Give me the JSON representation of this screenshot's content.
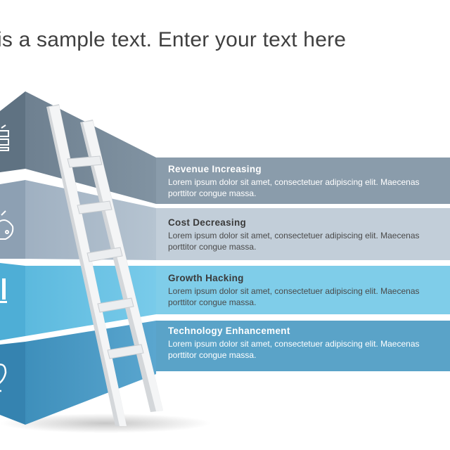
{
  "slide": {
    "title": "is a sample text. Enter your text here"
  },
  "items": [
    {
      "title": "Revenue Increasing",
      "body_line1": "Lorem ipsum dolor sit amet, consectetuer adipiscing elit. Maecenas",
      "body_line2": "porttitor congue massa.",
      "icon": "stack-icon",
      "color": "#8a9cab"
    },
    {
      "title": "Cost Decreasing",
      "body_line1": "Lorem ipsum dolor sit amet, consectetuer adipiscing elit. Maecenas",
      "body_line2": "porttitor congue massa.",
      "icon": "piggy-bank-icon",
      "color": "#c2ced9"
    },
    {
      "title": "Growth Hacking",
      "body_line1": "Lorem ipsum dolor sit amet, consectetuer adipiscing elit. Maecenas",
      "body_line2": "porttitor congue massa.",
      "icon": "bar-chart-icon",
      "color": "#7fcde9"
    },
    {
      "title": "Technology Enhancement",
      "body_line1": "Lorem ipsum dolor sit amet, consectetuer adipiscing elit. Maecenas",
      "body_line2": "porttitor congue massa.",
      "icon": "lightbulb-icon",
      "color": "#5aa3c8"
    }
  ]
}
